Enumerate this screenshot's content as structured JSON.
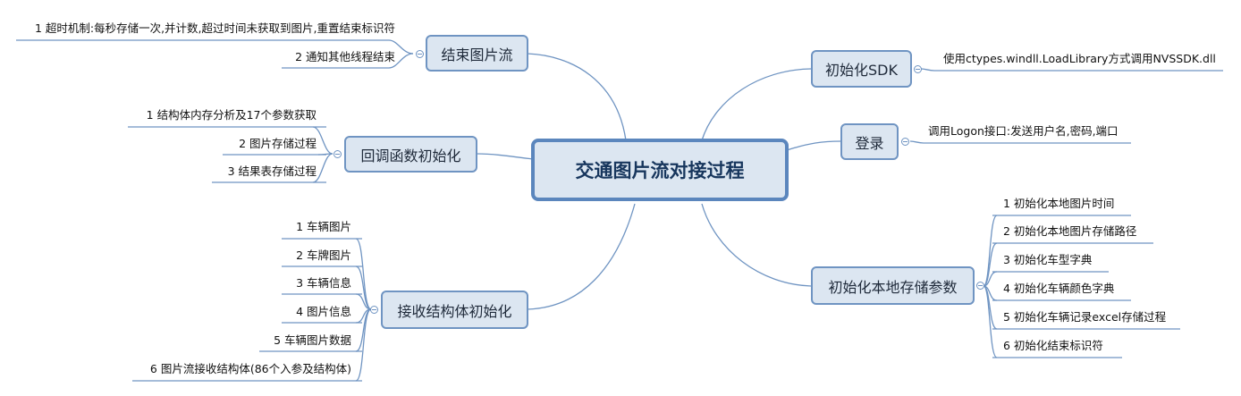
{
  "root": {
    "label": "交通图片流对接过程"
  },
  "branches": {
    "end_stream": {
      "label": "结束图片流",
      "children": [
        "1 超时机制:每秒存储一次,并计数,超过时间未获取到图片,重置结束标识符",
        "2 通知其他线程结束"
      ]
    },
    "callback_init": {
      "label": "回调函数初始化",
      "children": [
        "1 结构体内存分析及17个参数获取",
        "2 图片存储过程",
        "3 结果表存储过程"
      ]
    },
    "struct_init": {
      "label": "接收结构体初始化",
      "children": [
        "1 车辆图片",
        "2 车牌图片",
        "3 车辆信息",
        "4 图片信息",
        "5 车辆图片数据",
        "6 图片流接收结构体(86个入参及结构体)"
      ]
    },
    "init_sdk": {
      "label": "初始化SDK",
      "children": [
        "使用ctypes.windll.LoadLibrary方式调用NVSSDK.dll"
      ]
    },
    "login": {
      "label": "登录",
      "children": [
        "调用Logon接口:发送用户名,密码,端口"
      ]
    },
    "local_storage": {
      "label": "初始化本地存储参数",
      "children": [
        "1 初始化本地图片时间",
        "2 初始化本地图片存储路径",
        "3 初始化车型字典",
        "4 初始化车辆颜色字典",
        "5 初始化车辆记录excel存储过程",
        "6 初始化结束标识符"
      ]
    }
  },
  "colors": {
    "line": "#6f94c2",
    "node_fill": "#dce6f1",
    "root_border": "#5b86bd"
  }
}
